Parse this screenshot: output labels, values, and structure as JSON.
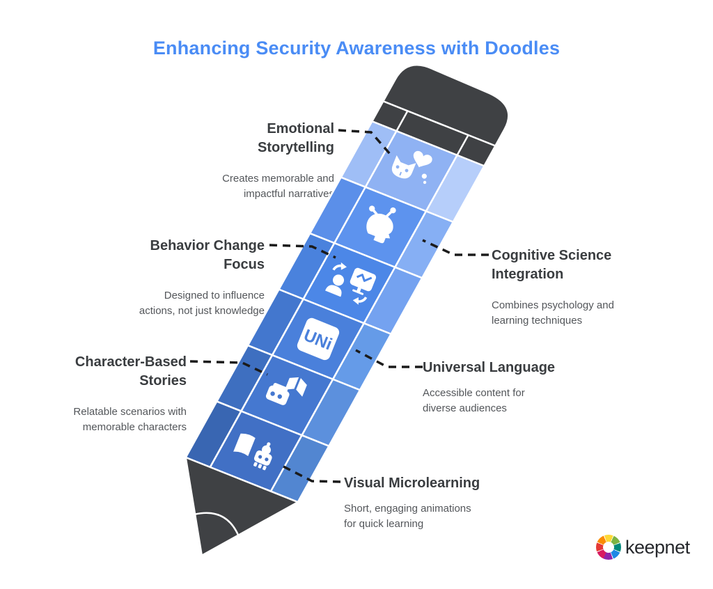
{
  "title": "Enhancing Security Awareness with Doodles",
  "items": [
    {
      "heading": "Emotional\nStorytelling",
      "desc": "Creates memorable and\nimpactful narratives",
      "icon": "cat-heart-icon",
      "side": "left"
    },
    {
      "heading": "Cognitive Science\nIntegration",
      "desc": "Combines psychology and\nlearning techniques",
      "icon": "head-pins-icon",
      "side": "right"
    },
    {
      "heading": "Behavior Change\nFocus",
      "desc": "Designed to influence\nactions, not just knowledge",
      "icon": "person-sync-monitor-icon",
      "side": "left"
    },
    {
      "heading": "Universal Language",
      "desc": "Accessible content for\ndiverse audiences",
      "icon": "uni-badge-icon",
      "icon_text": "UNi",
      "side": "right"
    },
    {
      "heading": "Character-Based\nStories",
      "desc": "Relatable scenarios with\nmemorable characters",
      "icon": "map-robot-icon",
      "side": "left"
    },
    {
      "heading": "Visual Microlearning",
      "desc": "Short, engaging animations\nfor quick learning",
      "icon": "book-robot-icon",
      "side": "right"
    }
  ],
  "brand": {
    "name": "keepnet",
    "icon": "pinwheel-logo",
    "icon_colors": [
      "#D81B60",
      "#E53935",
      "#FB8C00",
      "#FDD835",
      "#7CB342",
      "#00897B",
      "#1E88E5",
      "#8E24AA"
    ]
  },
  "colors": {
    "title": "#4A8CF5",
    "heading": "#3A3D40",
    "desc": "#53565A",
    "connector": "#1B1B1B",
    "cap": "#3F4144",
    "tip": "#3F4144",
    "icon": "#FFFFFF",
    "segments": [
      {
        "left": "#9FBEF6",
        "center": "#8FB2F3",
        "right": "#B6CEFA"
      },
      {
        "left": "#5B8FE9",
        "center": "#5D93EE",
        "right": "#86AFF4"
      },
      {
        "left": "#4A82DD",
        "center": "#4C87E7",
        "right": "#74A2F0"
      },
      {
        "left": "#4377CE",
        "center": "#4A80DB",
        "right": "#659BE8"
      },
      {
        "left": "#3E6FC0",
        "center": "#4578D0",
        "right": "#5C90DD"
      },
      {
        "left": "#3966B2",
        "center": "#4170C5",
        "right": "#5286D1"
      }
    ]
  }
}
